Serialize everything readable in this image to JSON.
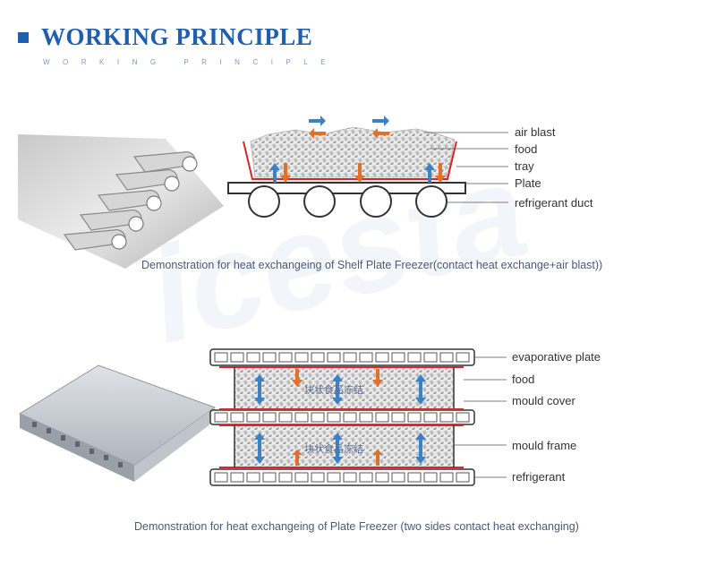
{
  "header": {
    "title": "WORKING PRINCIPLE",
    "subtitle": "WORKING PRINCIPLE"
  },
  "watermark": "icesta",
  "diagram1": {
    "labels": [
      "air blast",
      "food",
      "tray",
      "Plate",
      "refrigerant duct"
    ],
    "caption": "Demonstration for heat exchangeing of Shelf Plate Freezer(contact heat exchange+air blast))"
  },
  "diagram2": {
    "labels": [
      "evaporative plate",
      "food",
      "mould cover",
      "mould  frame",
      "refrigerant"
    ],
    "food_text": [
      "块状食品冻结",
      "块状食品冻结"
    ],
    "caption": "Demonstration for heat exchangeing of Plate Freezer (two sides contact heat exchanging)"
  },
  "colors": {
    "accent_blue": "#1f5fae",
    "arrow_blue": "#3b82c4",
    "arrow_orange": "#e0702a",
    "plate_red": "#d9262b"
  }
}
